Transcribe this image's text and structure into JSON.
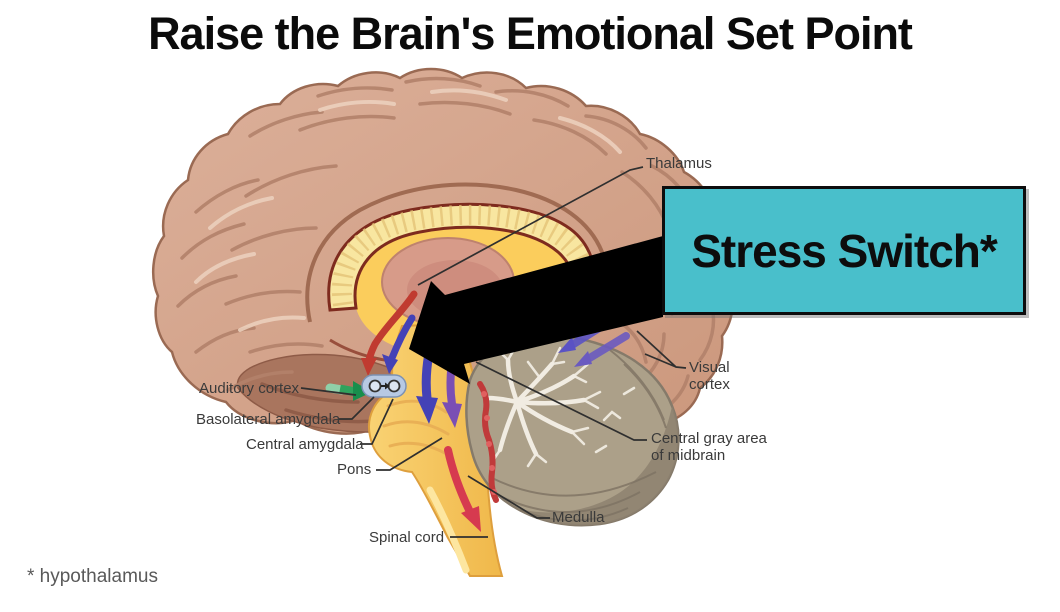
{
  "slide": {
    "title": "Raise the Brain's Emotional Set Point",
    "callout": {
      "label": "Stress Switch*",
      "fill": "#49bfcb",
      "border": "#0d0d0d"
    },
    "footnote": "* hypothalamus",
    "diagram": {
      "labels": {
        "thalamus": "Thalamus",
        "visual_cortex": {
          "line1": "Visual",
          "line2": "cortex"
        },
        "auditory_cortex": "Auditory cortex",
        "basolateral_amygdala": "Basolateral amygdala",
        "central_amygdala": "Central amygdala",
        "pons": "Pons",
        "central_gray": {
          "line1": "Central gray area",
          "line2": "of midbrain"
        },
        "medulla": "Medulla",
        "spinal_cord": "Spinal cord"
      },
      "colors": {
        "stress_arrow": "#000000",
        "blue_pathway": "#4442b6",
        "purple_pathway": "#7a4eb4",
        "red_pathway": "#d63a4f",
        "green_pathway": "#2fa35d",
        "cortex": "#d4a48e",
        "cerebellum": "#a59a89",
        "brainstem": "#f7c95f",
        "footnote_text": "#595959"
      }
    }
  }
}
